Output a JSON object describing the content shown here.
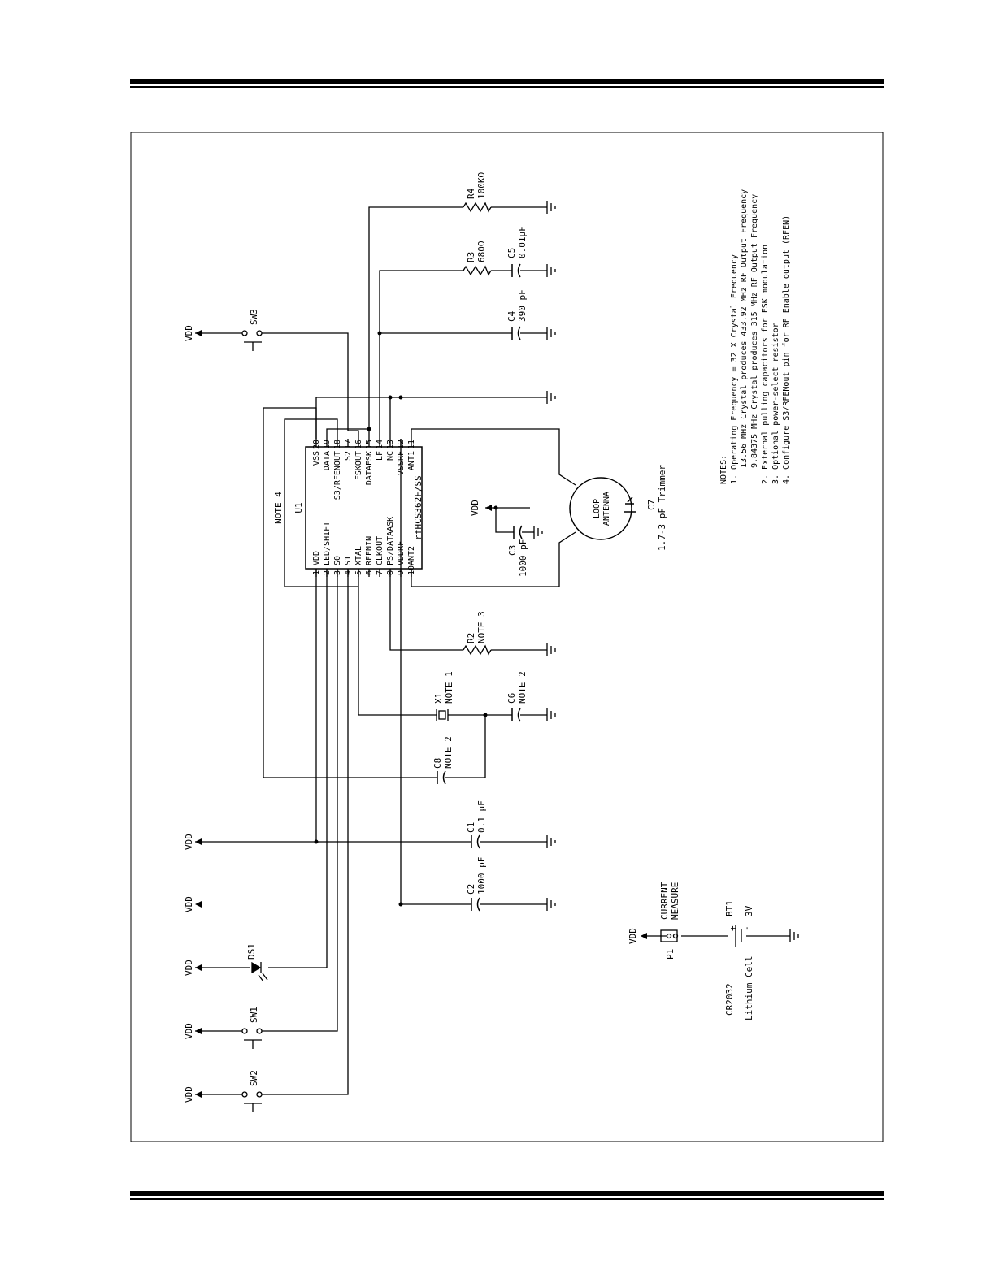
{
  "ic": {
    "ref": "U1",
    "part": "rfHCS362F/SS",
    "pins_left": [
      {
        "num": "1",
        "name": "VDD"
      },
      {
        "num": "2",
        "name": "LED/SHIFT"
      },
      {
        "num": "3",
        "name": "S0"
      },
      {
        "num": "4",
        "name": "S1"
      },
      {
        "num": "5",
        "name": "XTAL"
      },
      {
        "num": "6",
        "name": "RFENIN"
      },
      {
        "num": "7",
        "name": "CLKOUT"
      },
      {
        "num": "8",
        "name": "PS/DATAASK"
      },
      {
        "num": "9",
        "name": "VDDRF"
      },
      {
        "num": "10",
        "name": "ANT2"
      }
    ],
    "pins_right": [
      {
        "num": "20",
        "name": "VSS"
      },
      {
        "num": "19",
        "name": "DATA"
      },
      {
        "num": "18",
        "name": "S3/RFENOUT"
      },
      {
        "num": "17",
        "name": "S2"
      },
      {
        "num": "16",
        "name": "FSKOUT"
      },
      {
        "num": "15",
        "name": "DATAFSK"
      },
      {
        "num": "14",
        "name": "LF"
      },
      {
        "num": "13",
        "name": "NC"
      },
      {
        "num": "12",
        "name": "VSSRF"
      },
      {
        "num": "11",
        "name": "ANT1"
      }
    ]
  },
  "components": {
    "r4": {
      "ref": "R4",
      "value": "100KΩ"
    },
    "r3": {
      "ref": "R3",
      "value": "680Ω"
    },
    "c5": {
      "ref": "C5",
      "value": "0.01µF"
    },
    "c4": {
      "ref": "C4",
      "value": "390 pF"
    },
    "c3": {
      "ref": "C3",
      "value": "1000 pF"
    },
    "c7": {
      "ref": "C7",
      "value": "1.7-3 pF Trimmer"
    },
    "r2": {
      "ref": "R2",
      "value": "NOTE 3"
    },
    "x1": {
      "ref": "X1",
      "value": "NOTE 1"
    },
    "c6": {
      "ref": "C6",
      "value": "NOTE 2"
    },
    "c8": {
      "ref": "C8",
      "value": "NOTE 2"
    },
    "c1": {
      "ref": "C1",
      "value": "0.1 µF"
    },
    "c2": {
      "ref": "C2",
      "value": "1000 pF"
    },
    "ds1": {
      "ref": "DS1"
    },
    "sw1": {
      "ref": "SW1"
    },
    "sw2": {
      "ref": "SW2"
    },
    "sw3": {
      "ref": "SW3"
    },
    "p1": {
      "ref": "P1",
      "label_line1": "CURRENT",
      "label_line2": "MEASURE"
    },
    "bt1": {
      "ref": "BT1",
      "value": "3V",
      "plus": "+",
      "minus": "-",
      "type": "CR2032",
      "desc": "Lithium Cell"
    }
  },
  "loop_antenna": {
    "line1": "LOOP",
    "line2": "ANTENNA"
  },
  "note4_label": "NOTE 4",
  "vdd_label": "VDD",
  "notes": {
    "title": "NOTES:",
    "lines": [
      "1. Operating Frequency = 32 X Crystal Frequency",
      "13.56 MHz Crystal produces 433.92 MHz RF Output Frequency",
      "9.84375 MHz Crystal produces 315 MHz RF Output Frequency",
      "2. External pulling capacitors for FSK modulation",
      "3. Optional power-select resistor",
      "4. Configure S3/RFENout pin for RF Enable output (RFEN)"
    ]
  }
}
